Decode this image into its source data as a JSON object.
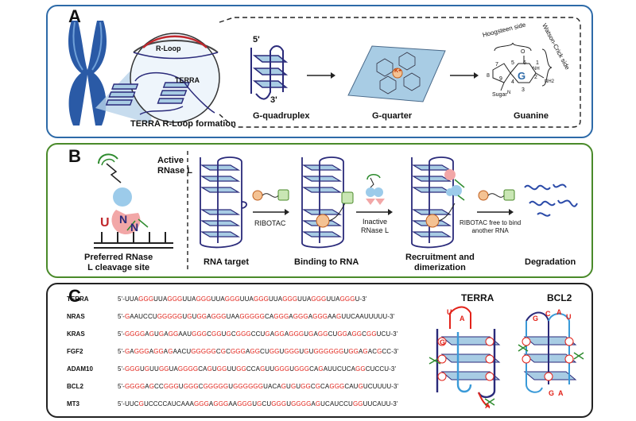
{
  "panelA": {
    "letter": "A",
    "rloop_label": "R-Loop",
    "terra_label": "TERRA",
    "caption": "TERRA R-Loop formation",
    "five_prime": "5'",
    "three_prime": "3'",
    "quadruplex_label": "G-quadruplex",
    "quarter_label": "G-quarter",
    "guanine_label": "Guanine",
    "hoogsteen_label": "Hoogsteen side",
    "watson_crick_label": "Watson-Crick side",
    "ion_label": "K+",
    "atoms": {
      "n7": "7",
      "n8": "8",
      "n9": "9",
      "n5": "5",
      "n6": "6",
      "n4": "4",
      "n3": "3",
      "n2": "2",
      "n1": "1",
      "nh": "NH",
      "nh2": "NH2",
      "o": "O",
      "g": "G",
      "sugar": "Sugar",
      "n": "N"
    }
  },
  "panelB": {
    "letter": "B",
    "active_label": "Active\nRNase L",
    "cleavage_label": "Preferred RNase\nL cleavage site",
    "u_label": "U",
    "n_label": "N",
    "rna_target": "RNA target",
    "ribotac_label": "RIBOTAC",
    "binding_label": "Binding to RNA",
    "inactive_label": "Inactive\nRNase L",
    "recruitment_label": "Recruitment and\ndimerization",
    "free_label": "RIBOTAC free to bind\nanother RNA",
    "degradation_label": "Degradation"
  },
  "panelC": {
    "letter": "C",
    "terra_title": "TERRA",
    "bcl2_title": "BCL2",
    "sequences": [
      {
        "name": "TERRA",
        "seq": "5'-UUAGGGUUAGGGUUAGGGUUAGGGUUAGGGUUAGGGUUAGGGUUAGGGU-3'"
      },
      {
        "name": "NRAS",
        "seq": "5'-GAAUCCUGGGGGUGUGGAGGGUAAGGGGGCAGGGAGGGAGGGAAGUUCAAUUUUU-3'"
      },
      {
        "name": "KRAS",
        "seq": "5'-GGGGAGUGAGGAAUGGGCGGUGCGGGCCUGAGGAGGGUGAGGCUGGAGGCGGUCU-3'"
      },
      {
        "name": "FGF2",
        "seq": "5'-GAGGGAGGAGAACUGGGGGCGCGGGAGGCUGGUGGGUGUGGGGGGUGGAGACGCC-3'"
      },
      {
        "name": "ADAM10",
        "seq": "5'-GGGUGUUGGUAGGGGCAGUGGUUGGCCAGUUGGGUGGGCAGAUUCUCAGGCUCCU-3'"
      },
      {
        "name": "BCL2",
        "seq": "5'-GGGGAGCCGGGUGGGCGGGGGUGGGGGGUACAGUGUGGCGCAGGGCAUGUCUUUU-3'"
      },
      {
        "name": "MT3",
        "seq": "5'-UUCGUCCCCAUCAAAGGGAGGGAAGGGUGCUGGGUGGGGAGUCAUCCUGGUUCAUU-3'"
      }
    ],
    "loop_letters": {
      "u1": "U",
      "a1": "A",
      "g1": "G",
      "a2": "A",
      "g2": "G",
      "c1": "C",
      "a3": "A",
      "u2": "U",
      "g3": "G",
      "a4": "A"
    }
  },
  "colors": {
    "panelA_border": "#2d6aa8",
    "panelB_border": "#4a8a2a",
    "panelC_border": "#222222",
    "chromosome": "#2a5aa6",
    "strand": "#2a2a7a",
    "quartet": "#a8cce4",
    "guanine_red": "#e2231a",
    "rnase_blue": "#9ccbea",
    "rnase_pink": "#f2a7a7",
    "ligand_orange": "#f4c293",
    "ligand_green": "#c9e6b4"
  }
}
